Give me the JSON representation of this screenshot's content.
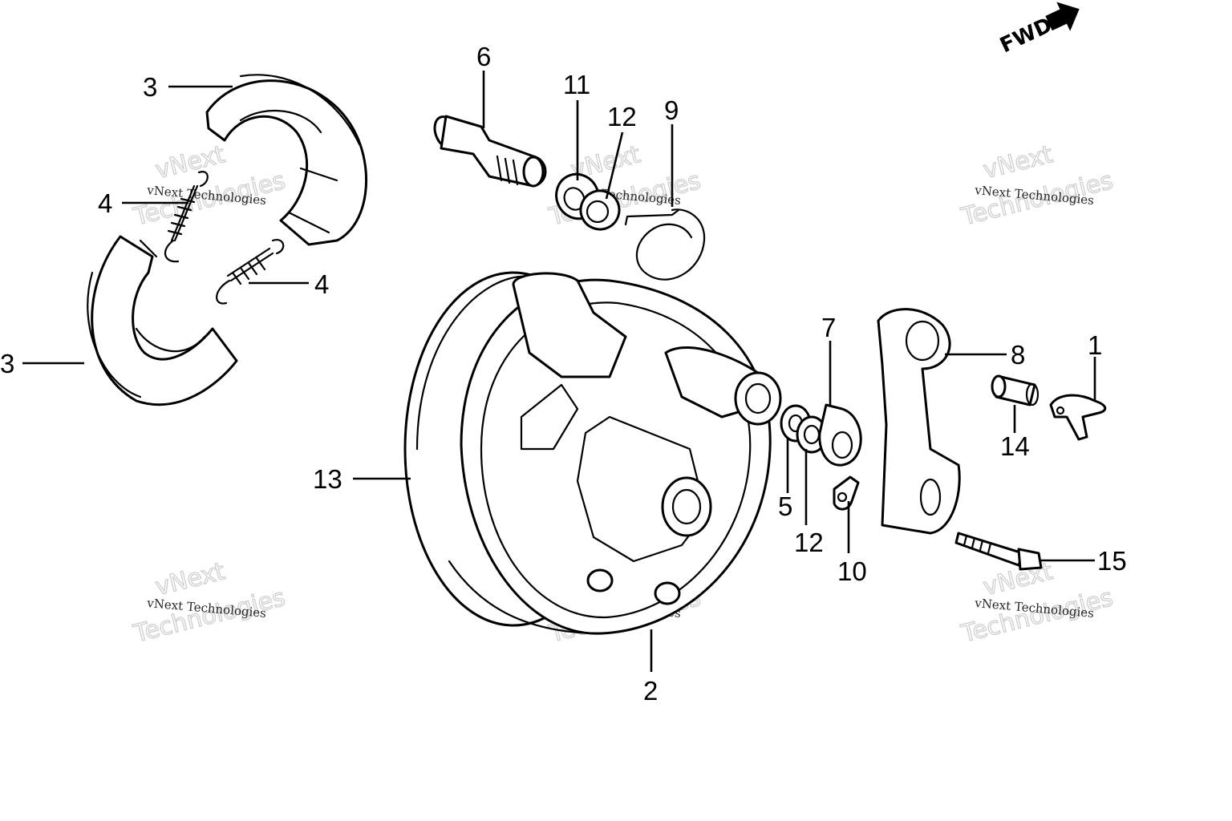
{
  "diagram": {
    "direction_label": "FWD",
    "callouts": [
      {
        "id": "c3a",
        "text": "3"
      },
      {
        "id": "c3b",
        "text": "3"
      },
      {
        "id": "c4a",
        "text": "4"
      },
      {
        "id": "c4b",
        "text": "4"
      },
      {
        "id": "c6",
        "text": "6"
      },
      {
        "id": "c11",
        "text": "11"
      },
      {
        "id": "c12a",
        "text": "12"
      },
      {
        "id": "c9",
        "text": "9"
      },
      {
        "id": "c13",
        "text": "13"
      },
      {
        "id": "c2",
        "text": "2"
      },
      {
        "id": "c7",
        "text": "7"
      },
      {
        "id": "c5",
        "text": "5"
      },
      {
        "id": "c12b",
        "text": "12"
      },
      {
        "id": "c10",
        "text": "10"
      },
      {
        "id": "c8",
        "text": "8"
      },
      {
        "id": "c1",
        "text": "1"
      },
      {
        "id": "c14",
        "text": "14"
      },
      {
        "id": "c15",
        "text": "15"
      }
    ],
    "watermark": {
      "line1": "vNext Technologies",
      "line2": "Technologies",
      "line3": "vNext"
    }
  }
}
